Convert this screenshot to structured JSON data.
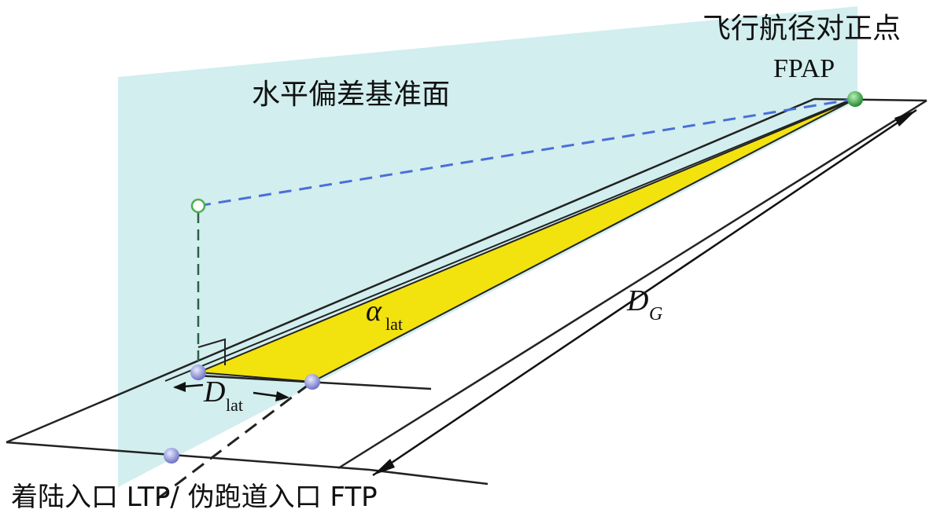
{
  "labels": {
    "plane_name": "水平偏差基准面",
    "fpap_cn": "飞行航径对正点",
    "fpap_en": "FPAP",
    "alpha_symbol": "α",
    "alpha_sub": "lat",
    "dg_symbol": "D",
    "dg_sub": "G",
    "dlat_symbol": "D",
    "dlat_sub": "lat",
    "bottom_caption": "着陆入口 LTP/ 伪跑道入口 FTP"
  },
  "colors": {
    "plane_fill": "#d2eeee",
    "wedge_fill": "#f2e20e",
    "dash_line": "#4a6fd8",
    "point_blue": "#8e93d6",
    "point_green": "#2e9b3a",
    "point_hollow_stroke": "#4caf50",
    "line": "#222222"
  }
}
